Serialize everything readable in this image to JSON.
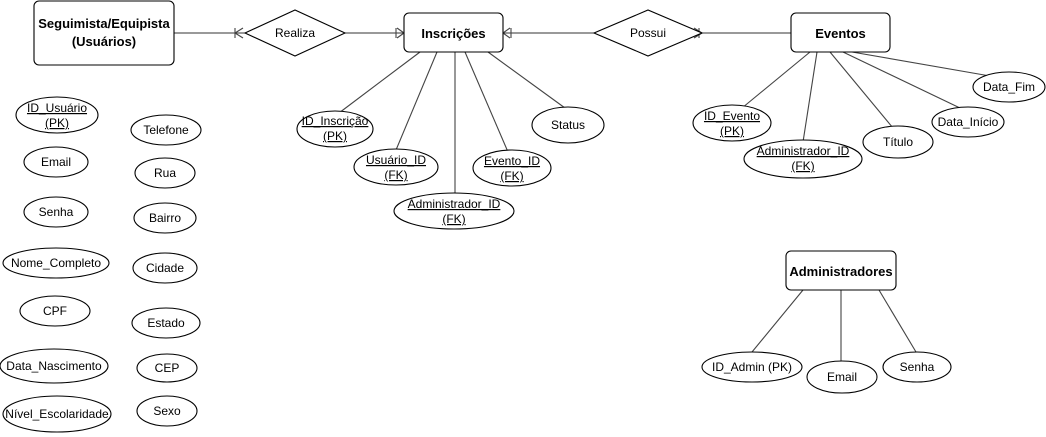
{
  "entities": {
    "usuarios": {
      "line1": "Seguimista/Equipista",
      "line2": "(Usuários)"
    },
    "inscricoes": {
      "label": "Inscrições"
    },
    "eventos": {
      "label": "Eventos"
    },
    "administradores": {
      "label": "Administradores"
    }
  },
  "relationships": {
    "realiza": "Realiza",
    "possui": "Possui"
  },
  "user_attributes": {
    "id_usuario": {
      "name": "ID_Usuário",
      "key": "(PK)"
    },
    "email": "Email",
    "senha": "Senha",
    "nome_completo": "Nome_Completo",
    "cpf": "CPF",
    "data_nascimento": "Data_Nascimento",
    "nivel_escolaridade": "Nível_Escolaridade",
    "telefone": "Telefone",
    "rua": "Rua",
    "bairro": "Bairro",
    "cidade": "Cidade",
    "estado": "Estado",
    "cep": "CEP",
    "sexo": "Sexo"
  },
  "inscricao_attributes": {
    "id_inscricao": {
      "name": "ID_Inscrição",
      "key": "(PK)"
    },
    "usuario_id": {
      "name": "Usuário_ID",
      "key": "(FK)"
    },
    "administrador_id": {
      "name": "Administrador_ID",
      "key": "(FK)"
    },
    "evento_id": {
      "name": "Evento_ID",
      "key": "(FK)"
    },
    "status": "Status"
  },
  "evento_attributes": {
    "id_evento": {
      "name": "ID_Evento",
      "key": "(PK)"
    },
    "administrador_id": {
      "name": "Administrador_ID",
      "key": "(FK)"
    },
    "titulo": "Título",
    "data_inicio": "Data_Início",
    "data_fim": "Data_Fim"
  },
  "admin_attributes": {
    "id_admin": "ID_Admin (PK)",
    "email": "Email",
    "senha": "Senha"
  }
}
